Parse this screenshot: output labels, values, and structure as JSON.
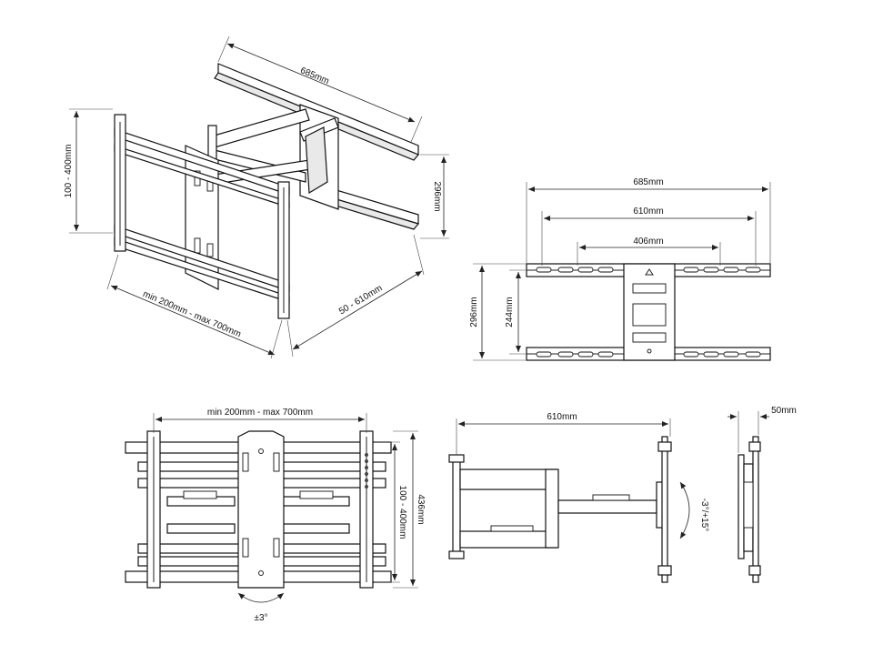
{
  "dimensions": {
    "iso_width": "685mm",
    "iso_height": "296mm",
    "iso_vesa_v": "100 - 400mm",
    "iso_vesa_h": "min 200mm - max 700mm",
    "iso_depth": "50 - 610mm",
    "wall_width": "685mm",
    "wall_holes_outer": "610mm",
    "wall_holes_inner": "406mm",
    "wall_height": "296mm",
    "wall_inner_height": "244mm",
    "front_width": "min 200mm - max 700mm",
    "front_vesa_v": "100 - 400mm",
    "front_height": "436mm",
    "front_swivel": "±3°",
    "side_extension": "610mm",
    "side_tilt": "-3°/+15°",
    "folded_depth": "50mm"
  }
}
